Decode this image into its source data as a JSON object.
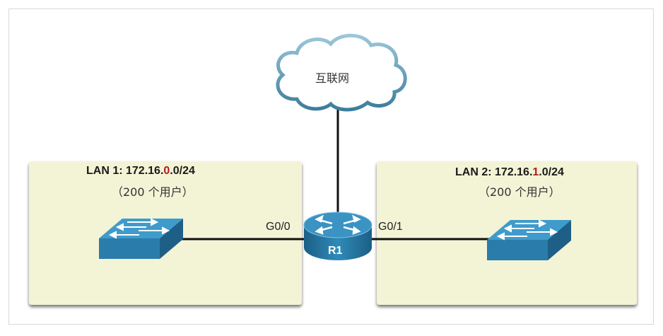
{
  "internet": {
    "label": "互联网"
  },
  "router": {
    "name": "R1"
  },
  "lan1": {
    "title_prefix": "LAN 1:  172.16.",
    "title_highlight": "0",
    "title_suffix": ".0/24",
    "users": "（200 个用户）",
    "port": "G0/0"
  },
  "lan2": {
    "title_prefix": "LAN 2:  172.16.",
    "title_highlight": "1",
    "title_suffix": ".0/24",
    "users": "（200 个用户）",
    "port": "G0/1"
  },
  "colors": {
    "lan_fill": "#f3f3d6",
    "device_blue": "#2b7aa7",
    "highlight": "#b01c1c"
  },
  "icons": [
    "cloud-icon",
    "router-icon",
    "switch-icon"
  ]
}
